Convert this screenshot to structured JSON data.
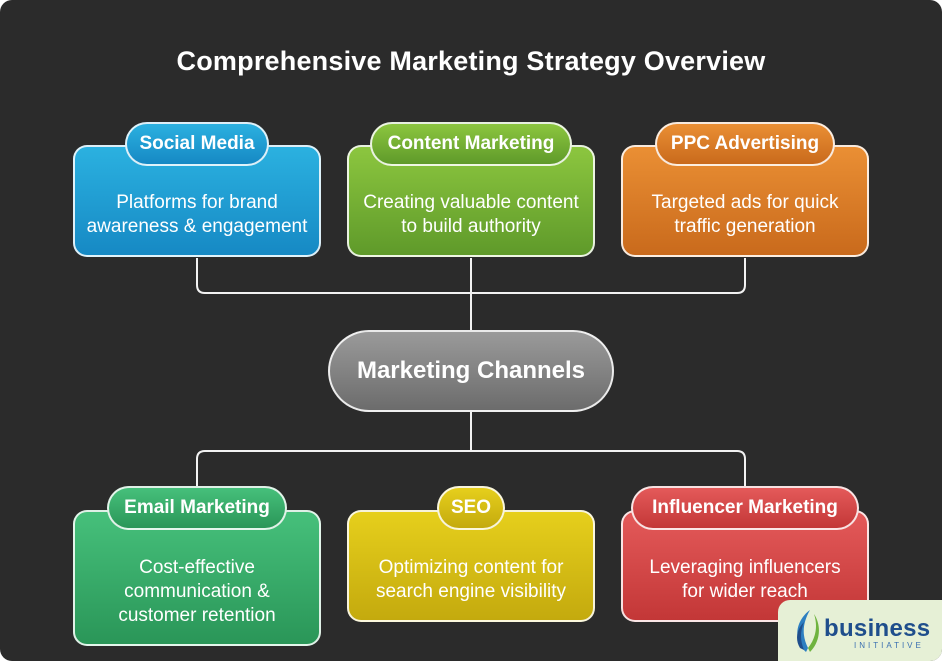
{
  "title": "Comprehensive Marketing Strategy Overview",
  "center": {
    "label": "Marketing Channels"
  },
  "channels": [
    {
      "name": "Social Media",
      "desc_lines": [
        "Platforms for brand",
        "awareness & engagement"
      ],
      "color": "#1ea7d8"
    },
    {
      "name": "Content Marketing",
      "desc_lines": [
        "Creating valuable content",
        "to build authority"
      ],
      "color": "#7db83a"
    },
    {
      "name": "PPC Advertising",
      "desc_lines": [
        "Targeted ads for quick",
        "traffic generation"
      ],
      "color": "#e0822a"
    },
    {
      "name": "Email Marketing",
      "desc_lines": [
        "Cost-effective",
        "communication &",
        "customer retention"
      ],
      "color": "#3bb56e"
    },
    {
      "name": "SEO",
      "desc_lines": [
        "Optimizing content for",
        "search engine visibility"
      ],
      "color": "#dcc417"
    },
    {
      "name": "Influencer Marketing",
      "desc_lines": [
        "Leveraging influencers",
        "for wider reach"
      ],
      "color": "#dd4b4b"
    }
  ],
  "logo": {
    "word": "business",
    "sub": "INITIATIVE"
  }
}
